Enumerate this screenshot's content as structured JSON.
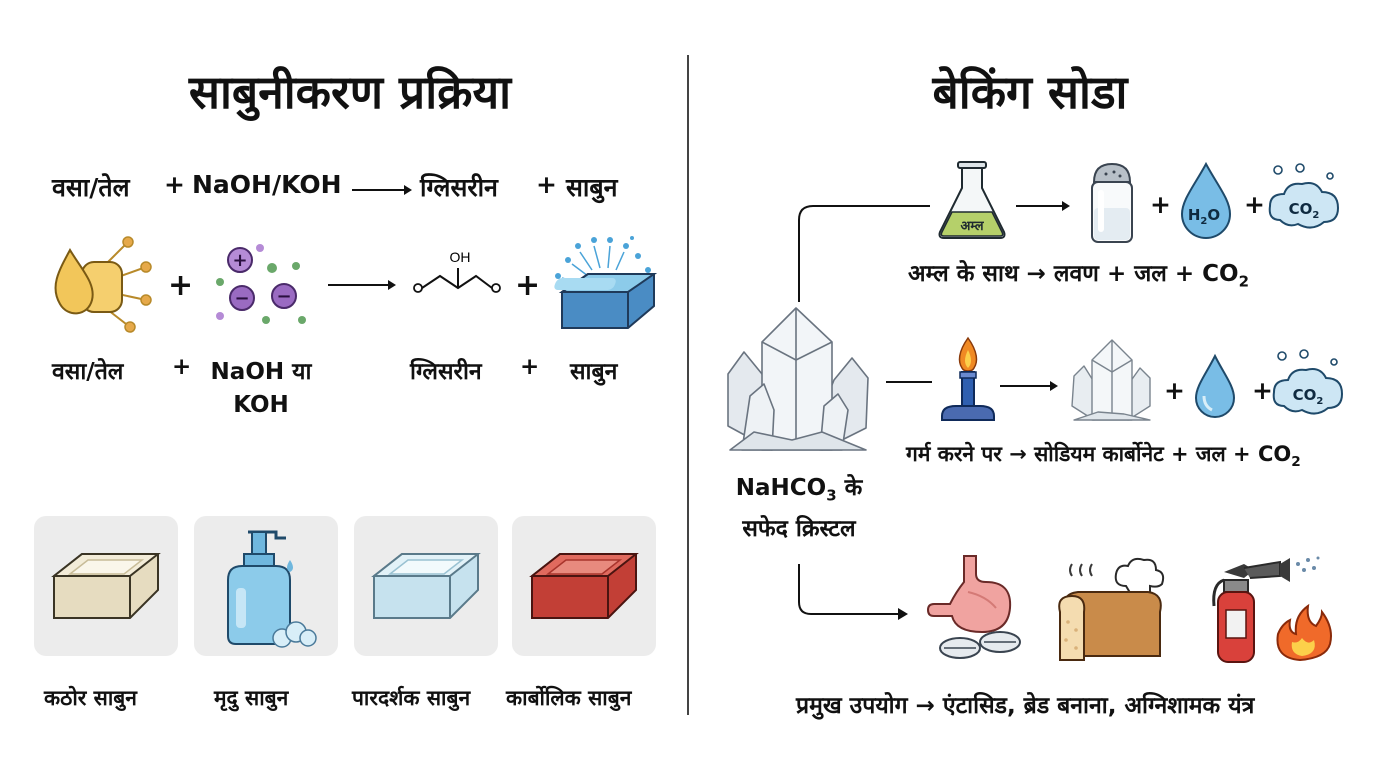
{
  "left": {
    "title": "साबुनीकरण प्रक्रिया",
    "equation": {
      "reactant1": "वसा/तेल",
      "plus1": "+",
      "reactant2": "NaOH/KOH",
      "product1": "ग्लिसरीन",
      "plus2": "+",
      "product2": "साबुन"
    },
    "icons": {
      "fat_label": "वसा/तेल",
      "plus1": "+",
      "base_label_1": "NaOH या",
      "base_label_2": "KOH",
      "glycerin_label": "ग्लिसरीन",
      "plus2": "+",
      "soap_label": "साबुन",
      "glycerin_oh": "OH"
    },
    "soap_types": [
      {
        "label": "कठोर साबुन",
        "icon": "hard-soap-icon",
        "color": "#f3ecd8"
      },
      {
        "label": "मृदु साबुन",
        "icon": "liquid-soap-icon",
        "color": "#8ccbea"
      },
      {
        "label": "पारदर्शक साबुन",
        "icon": "transparent-soap-icon",
        "color": "#d6ecf4"
      },
      {
        "label": "कार्बोलिक साबुन",
        "icon": "carbolic-soap-icon",
        "color": "#d9534a"
      }
    ]
  },
  "right": {
    "title": "बेकिंग सोडा",
    "crystal_label_1": "NaHCO",
    "crystal_label_sub": "3",
    "crystal_label_1b": " के",
    "crystal_label_2": "सफेद क्रिस्टल",
    "acid_flask_text": "अम्ल",
    "h2o_text": "H",
    "h2o_sub": "2",
    "h2o_text2": "O",
    "co2_text": "CO",
    "co2_sub": "2",
    "plus": "+",
    "acid_caption": "अम्ल के साथ → लवण  +   जल   +   CO",
    "acid_caption_sub": "2",
    "heat_caption": "गर्म करने पर → सोडियम कार्बोनेट + जल + CO",
    "heat_caption_sub": "2",
    "uses_caption": "प्रमुख उपयोग → एंटासिड, ब्रेड बनाना, अग्निशामक यंत्र"
  },
  "colors": {
    "soap_blue": "#6fb7de",
    "fat_yellow": "#f2c65a",
    "ion_purple": "#9a6bc2",
    "acid_green": "#b5d06a",
    "drop_blue": "#79bde6",
    "flame_orange": "#f08a24",
    "extinguisher_red": "#d9413b",
    "stomach_pink": "#f0a3a0",
    "bread_brown": "#c98b4a"
  }
}
